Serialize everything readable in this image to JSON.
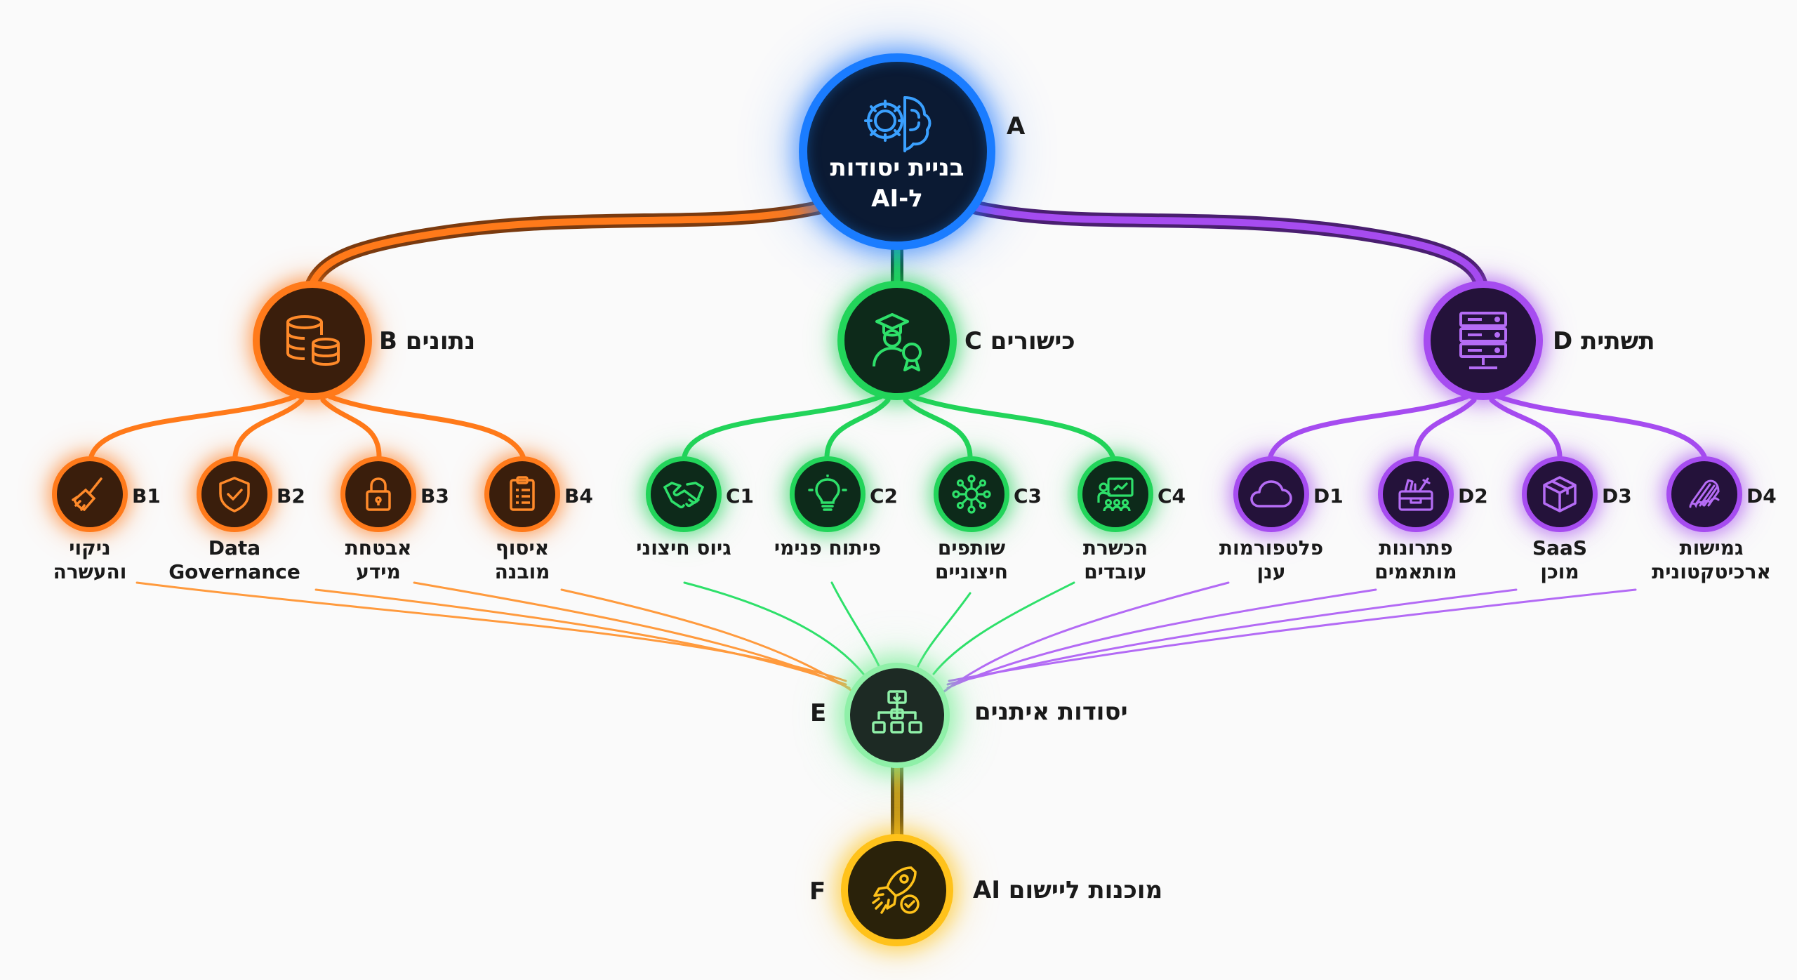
{
  "root": {
    "code": "A",
    "line1": "בניית יסודות",
    "line2": "ל-AI"
  },
  "branches": {
    "b": {
      "code": "B",
      "label": "נתונים",
      "color": "#ff7a1a"
    },
    "c": {
      "code": "C",
      "label": "כישורים",
      "color": "#22d45a"
    },
    "d": {
      "code": "D",
      "label": "תשתית",
      "color": "#a64cf0"
    }
  },
  "leaves": {
    "b1": {
      "code": "B1",
      "line1": "ניקוי",
      "line2": "והעשרה"
    },
    "b2": {
      "code": "B2",
      "line1": "Data",
      "line2": "Governance"
    },
    "b3": {
      "code": "B3",
      "line1": "אבטחת",
      "line2": "מידע"
    },
    "b4": {
      "code": "B4",
      "line1": "איסוף",
      "line2": "מובנה"
    },
    "c1": {
      "code": "C1",
      "line1": "גיוס חיצוני",
      "line2": ""
    },
    "c2": {
      "code": "C2",
      "line1": "פיתוח פנימי",
      "line2": ""
    },
    "c3": {
      "code": "C3",
      "line1": "שותפים",
      "line2": "חיצוניים"
    },
    "c4": {
      "code": "C4",
      "line1": "הכשרת",
      "line2": "עובדים"
    },
    "d1": {
      "code": "D1",
      "line1": "פלטפורמות",
      "line2": "ענן"
    },
    "d2": {
      "code": "D2",
      "line1": "פתרונות",
      "line2": "מותאמים"
    },
    "d3": {
      "code": "D3",
      "line1": "SaaS",
      "line2": "מוכן"
    },
    "d4": {
      "code": "D4",
      "line1": "גמישות",
      "line2": "ארכיטקטונית"
    }
  },
  "e": {
    "code": "E",
    "label": "יסודות איתנים"
  },
  "f": {
    "code": "F",
    "label": "מוכנות ליישום AI"
  },
  "colors": {
    "root": "#1a7cff",
    "e": "#8ff0a8",
    "f": "#ffc21a",
    "trunk": "#7a5a1a"
  }
}
